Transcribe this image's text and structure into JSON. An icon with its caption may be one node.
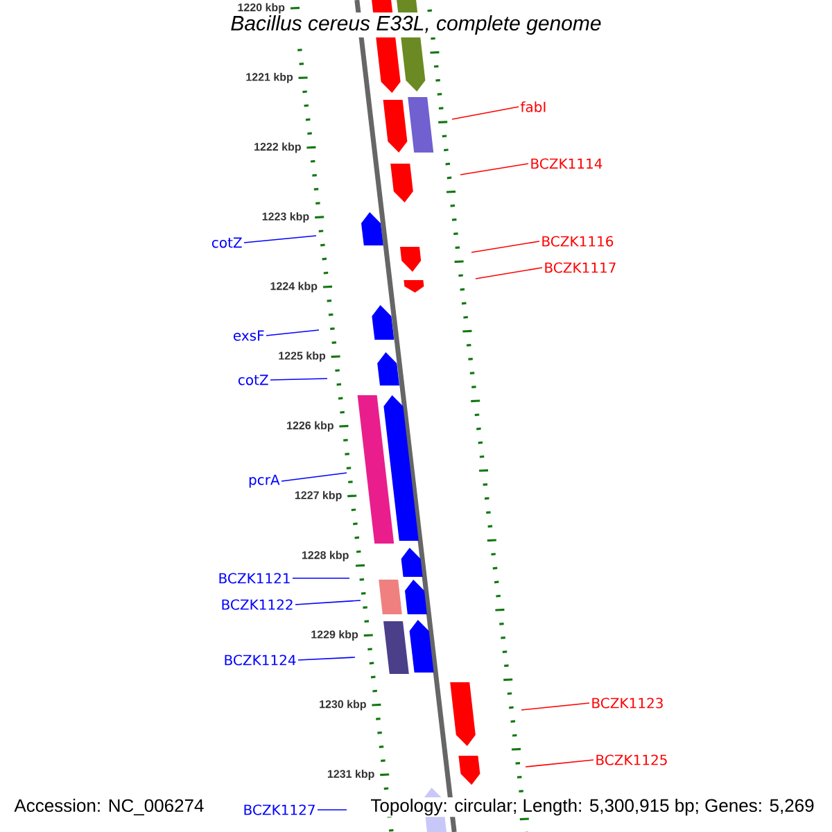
{
  "diagram": {
    "title": "Bacillus cereus E33L, complete genome",
    "nodes": [
      {
        "text": [
          "fabI"
        ]
      },
      {
        "text": [
          "BCZK1114"
        ]
      },
      {
        "text": [
          "BCZK1116"
        ]
      },
      {
        "text": [
          "BCZK1117"
        ]
      },
      {
        "text": [
          "BCZK1123"
        ]
      },
      {
        "text": [
          "BCZK1125"
        ]
      },
      {
        "text": [
          "cotZ"
        ]
      },
      {
        "text": [
          "exsF"
        ]
      },
      {
        "text": [
          "cotZ"
        ]
      },
      {
        "text": [
          "pcrA"
        ]
      },
      {
        "text": [
          "BCZK1121"
        ]
      },
      {
        "text": [
          "BCZK1122"
        ]
      },
      {
        "text": [
          "BCZK1124"
        ]
      },
      {
        "text": [
          "BCZK1127"
        ]
      }
    ],
    "edges": [
      {
        "from": 0,
        "to": null,
        "arrow": "none",
        "color": "#ff0000"
      },
      {
        "from": 1,
        "to": null,
        "arrow": "none",
        "color": "#ff0000"
      },
      {
        "from": 2,
        "to": null,
        "arrow": "none",
        "color": "#ff0000"
      },
      {
        "from": 3,
        "to": null,
        "arrow": "none",
        "color": "#ff0000"
      },
      {
        "from": 4,
        "to": null,
        "arrow": "none",
        "color": "#ff0000"
      },
      {
        "from": 5,
        "to": null,
        "arrow": "none",
        "color": "#ff0000"
      },
      {
        "from": 6,
        "to": null,
        "arrow": "none"
      },
      {
        "from": 7,
        "to": null,
        "arrow": "none"
      },
      {
        "from": 8,
        "to": null,
        "arrow": "none"
      },
      {
        "from": 9,
        "to": null,
        "arrow": "none"
      },
      {
        "from": 10,
        "to": null,
        "arrow": "none"
      },
      {
        "from": 11,
        "to": null,
        "arrow": "none"
      },
      {
        "from": 12,
        "to": null,
        "arrow": "none"
      },
      {
        "from": 13,
        "to": null,
        "arrow": "none"
      }
    ],
    "labels": [
      "1220 kbp",
      "1221 kbp",
      "1222 kbp",
      "1223 kbp",
      "1224 kbp",
      "1225 kbp",
      "1226 kbp",
      "1227 kbp",
      "1228 kbp",
      "1229 kbp",
      "1230 kbp",
      "1231 kbp",
      "Accession: NC_006274",
      "Topology: circular; Length: 5,300,915 bp; Genes: 5,269"
    ]
  }
}
